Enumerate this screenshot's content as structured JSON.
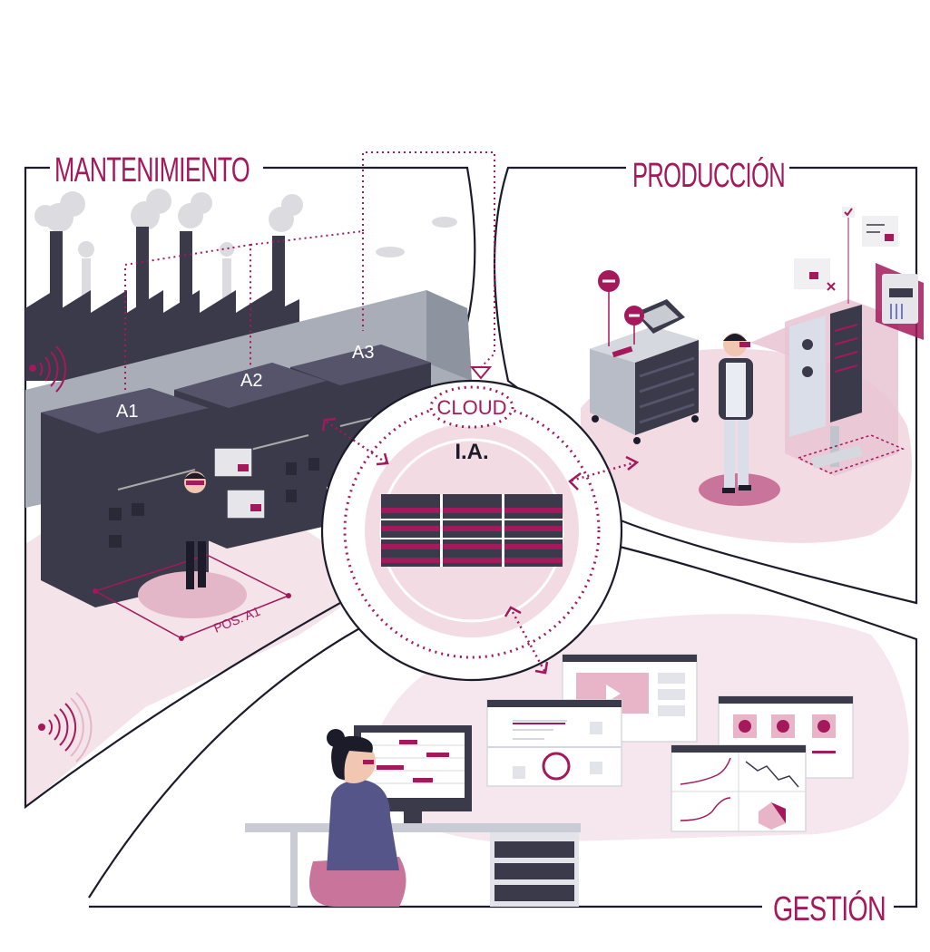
{
  "sections": {
    "maintenance": "MANTENIMIENTO",
    "production": "PRODUCCIÓN",
    "management": "GESTIÓN"
  },
  "hub": {
    "cloud": "CLOUD",
    "ai": "I.A."
  },
  "machines": {
    "a1": "A1",
    "a2": "A2",
    "a3": "A3"
  },
  "position_label": "POS. A1",
  "colors": {
    "accent": "#a3195b",
    "accent_light": "#f3dbe4",
    "dark_machine": "#3b3a4a",
    "outline": "#1b1b2a"
  }
}
